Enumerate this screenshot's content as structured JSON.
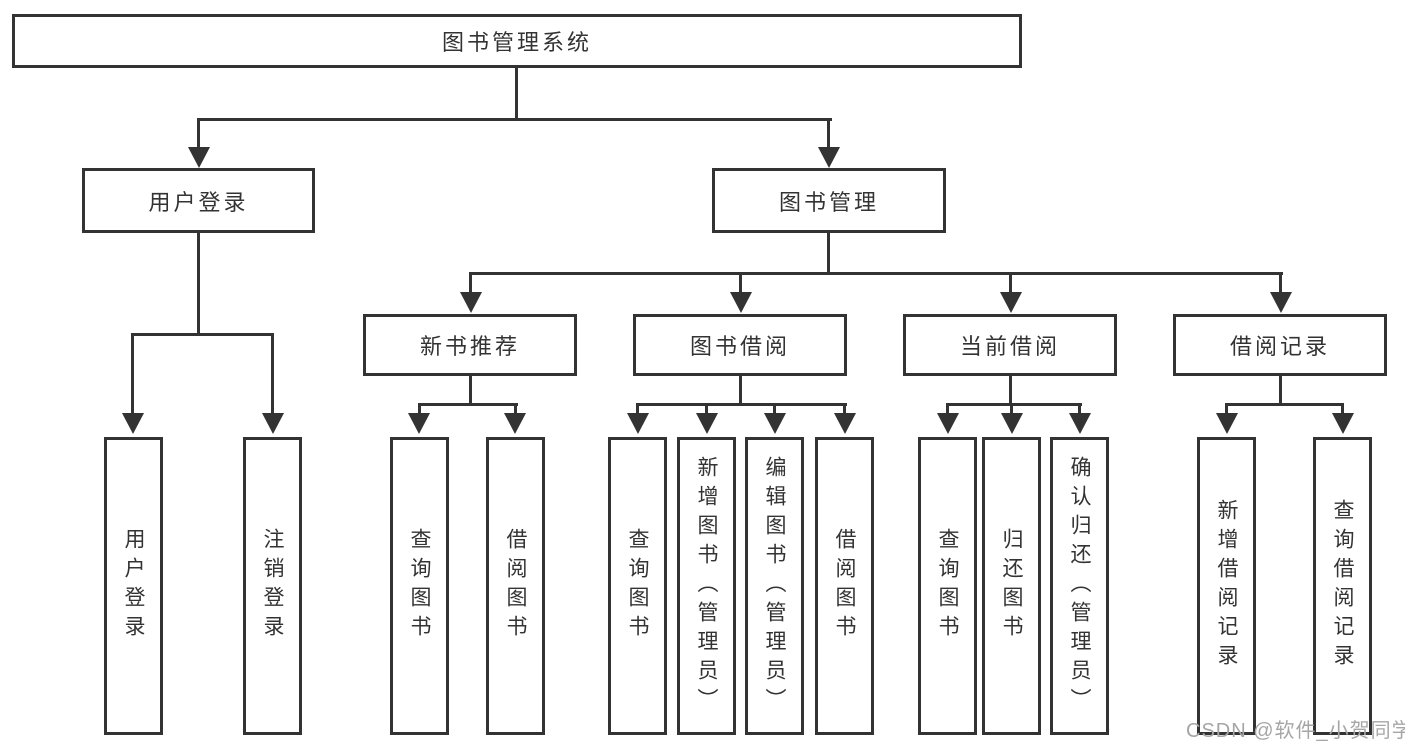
{
  "colors": {
    "line": "#333333",
    "box_background": "#ffffff",
    "text": "#333333",
    "watermark": "#a6a6a6"
  },
  "watermark": {
    "text": "CSDN @软件_小贺同学"
  },
  "tree": {
    "root": {
      "label": "图书管理系统"
    },
    "level2": [
      {
        "label": "用户登录"
      },
      {
        "label": "图书管理"
      }
    ],
    "level3": [
      {
        "label": "新书推荐",
        "parent": "图书管理"
      },
      {
        "label": "图书借阅",
        "parent": "图书管理"
      },
      {
        "label": "当前借阅",
        "parent": "图书管理"
      },
      {
        "label": "借阅记录",
        "parent": "图书管理"
      }
    ],
    "leaves": [
      {
        "label": "用户登录",
        "parent": "用户登录"
      },
      {
        "label": "注销登录",
        "parent": "用户登录"
      },
      {
        "label": "查询图书",
        "parent": "新书推荐"
      },
      {
        "label": "借阅图书",
        "parent": "新书推荐"
      },
      {
        "label": "查询图书",
        "parent": "图书借阅"
      },
      {
        "label": "新增图书（管理员）",
        "parent": "图书借阅"
      },
      {
        "label": "编辑图书（管理员）",
        "parent": "图书借阅"
      },
      {
        "label": "借阅图书",
        "parent": "图书借阅"
      },
      {
        "label": "查询图书",
        "parent": "当前借阅"
      },
      {
        "label": "归还图书",
        "parent": "当前借阅"
      },
      {
        "label": "确认归还（管理员）",
        "parent": "当前借阅"
      },
      {
        "label": "新增借阅记录",
        "parent": "借阅记录"
      },
      {
        "label": "查询借阅记录",
        "parent": "借阅记录"
      }
    ]
  }
}
